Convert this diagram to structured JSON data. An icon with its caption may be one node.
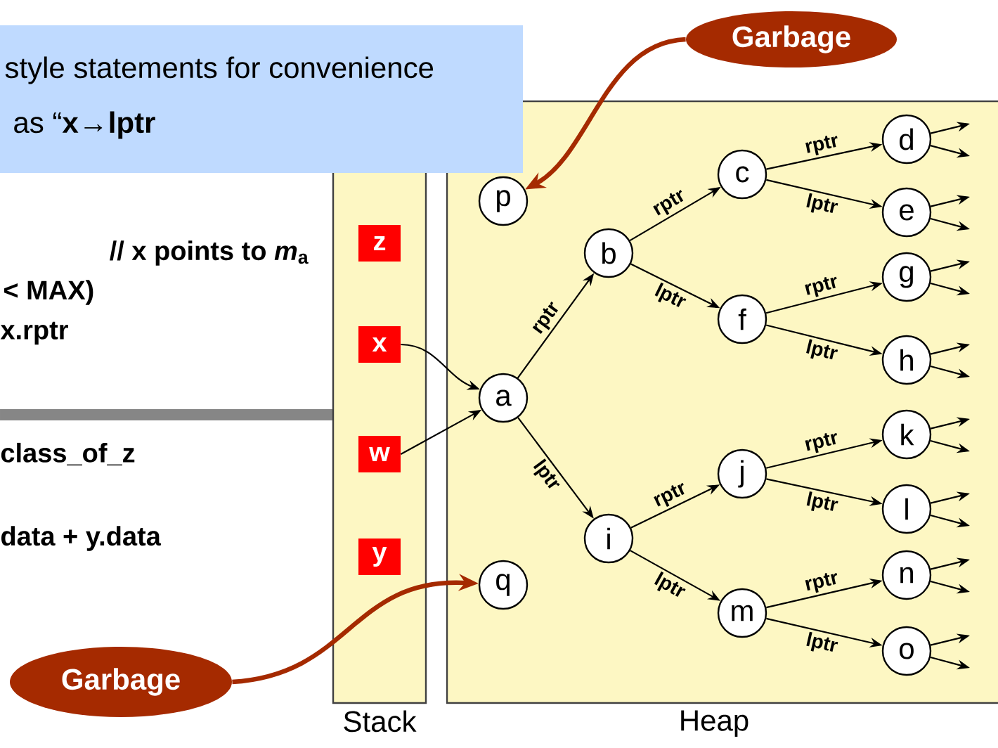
{
  "diagram": {
    "nodes": [
      {
        "text": [
          "style statements for convenience",
          "as “**x→lptr**"
        ]
      },
      {
        "text": [
          "Stack"
        ]
      },
      {
        "text": [
          "Heap"
        ]
      },
      {
        "text": [
          "z"
        ],
        "in": 1
      },
      {
        "text": [
          "x"
        ],
        "in": 1
      },
      {
        "text": [
          "w"
        ],
        "in": 1
      },
      {
        "text": [
          "y"
        ],
        "in": 1
      },
      {
        "text": [
          "p"
        ],
        "in": 2
      },
      {
        "text": [
          "a"
        ],
        "in": 2
      },
      {
        "text": [
          "b"
        ],
        "in": 2
      },
      {
        "text": [
          "c"
        ],
        "in": 2
      },
      {
        "text": [
          "d"
        ],
        "in": 2
      },
      {
        "text": [
          "e"
        ],
        "in": 2
      },
      {
        "text": [
          "f"
        ],
        "in": 2
      },
      {
        "text": [
          "g"
        ],
        "in": 2
      },
      {
        "text": [
          "h"
        ],
        "in": 2
      },
      {
        "text": [
          "i"
        ],
        "in": 2
      },
      {
        "text": [
          "j"
        ],
        "in": 2
      },
      {
        "text": [
          "k"
        ],
        "in": 2
      },
      {
        "text": [
          "l"
        ],
        "in": 2
      },
      {
        "text": [
          "m"
        ],
        "in": 2
      },
      {
        "text": [
          "n"
        ],
        "in": 2
      },
      {
        "text": [
          "o"
        ],
        "in": 2
      },
      {
        "text": [
          "q"
        ],
        "in": 2
      },
      {
        "text": [
          "Garbage"
        ]
      },
      {
        "text": [
          "Garbage"
        ]
      }
    ],
    "edges": [
      {
        "from": 4,
        "to": 8,
        "arrow": "to"
      },
      {
        "from": 5,
        "to": 8,
        "arrow": "to"
      },
      {
        "from": 8,
        "to": 9,
        "arrow": "to",
        "label": "rptr"
      },
      {
        "from": 8,
        "to": 16,
        "arrow": "to",
        "label": "lptr"
      },
      {
        "from": 9,
        "to": 10,
        "arrow": "to",
        "label": "rptr"
      },
      {
        "from": 9,
        "to": 13,
        "arrow": "to",
        "label": "lptr"
      },
      {
        "from": 10,
        "to": 11,
        "arrow": "to",
        "label": "rptr"
      },
      {
        "from": 10,
        "to": 12,
        "arrow": "to",
        "label": "lptr"
      },
      {
        "from": 13,
        "to": 14,
        "arrow": "to",
        "label": "rptr"
      },
      {
        "from": 13,
        "to": 15,
        "arrow": "to",
        "label": "lptr"
      },
      {
        "from": 16,
        "to": 17,
        "arrow": "to",
        "label": "rptr"
      },
      {
        "from": 16,
        "to": 20,
        "arrow": "to",
        "label": "lptr"
      },
      {
        "from": 17,
        "to": 18,
        "arrow": "to",
        "label": "rptr"
      },
      {
        "from": 17,
        "to": 19,
        "arrow": "to",
        "label": "lptr"
      },
      {
        "from": 20,
        "to": 21,
        "arrow": "to",
        "label": "rptr"
      },
      {
        "from": 20,
        "to": 22,
        "arrow": "to",
        "label": "lptr"
      },
      {
        "from": 11,
        "to": null,
        "arrow": "to"
      },
      {
        "from": 11,
        "to": null,
        "arrow": "to"
      },
      {
        "from": 12,
        "to": null,
        "arrow": "to"
      },
      {
        "from": 12,
        "to": null,
        "arrow": "to"
      },
      {
        "from": 14,
        "to": null,
        "arrow": "to"
      },
      {
        "from": 14,
        "to": null,
        "arrow": "to"
      },
      {
        "from": 15,
        "to": null,
        "arrow": "to"
      },
      {
        "from": 15,
        "to": null,
        "arrow": "to"
      },
      {
        "from": 18,
        "to": null,
        "arrow": "to"
      },
      {
        "from": 18,
        "to": null,
        "arrow": "to"
      },
      {
        "from": 19,
        "to": null,
        "arrow": "to"
      },
      {
        "from": 19,
        "to": null,
        "arrow": "to"
      },
      {
        "from": 21,
        "to": null,
        "arrow": "to"
      },
      {
        "from": 21,
        "to": null,
        "arrow": "to"
      },
      {
        "from": 22,
        "to": null,
        "arrow": "to"
      },
      {
        "from": 22,
        "to": null,
        "arrow": "to"
      },
      {
        "from": 24,
        "to": 7,
        "arrow": "to",
        "style": "thick",
        "color": "#a52a00"
      },
      {
        "from": 25,
        "to": 23,
        "arrow": "to",
        "style": "thick",
        "color": "#a52a00"
      }
    ],
    "labels": [
      "// x points to *m*$_{a}$",
      "< MAX)",
      "x.rptr",
      "class_of_z",
      "data + y.data"
    ]
  }
}
